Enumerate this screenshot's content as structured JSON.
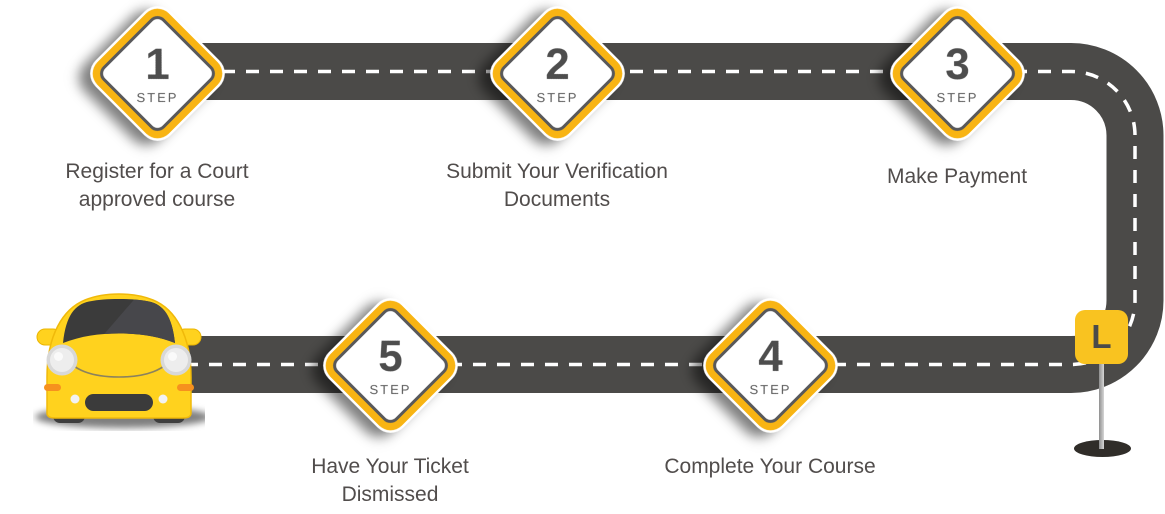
{
  "steps": [
    {
      "number": "1",
      "label": "STEP",
      "caption": "Register for a Court\napproved course"
    },
    {
      "number": "2",
      "label": "STEP",
      "caption": "Submit Your Verification\nDocuments"
    },
    {
      "number": "3",
      "label": "STEP",
      "caption": "Make Payment"
    },
    {
      "number": "4",
      "label": "STEP",
      "caption": "Complete Your Course"
    },
    {
      "number": "5",
      "label": "STEP",
      "caption": "Have Your Ticket\nDismissed"
    }
  ],
  "sign": {
    "letter": "L"
  },
  "icons": {
    "car": "car-icon",
    "learner_sign": "learner-plate-sign-icon",
    "road": "road-path"
  },
  "colors": {
    "road": "#4B4A48",
    "road_dash": "#FFFFFF",
    "diamond_yellow": "#F8B413",
    "diamond_inner_ring": "#58585A",
    "step_number_text": "#4D4D4D",
    "caption_text": "#514D4C",
    "car_body_yellow": "#FFD21E",
    "sign_yellow": "#F9C320",
    "sign_letter": "#4A4A4A"
  }
}
